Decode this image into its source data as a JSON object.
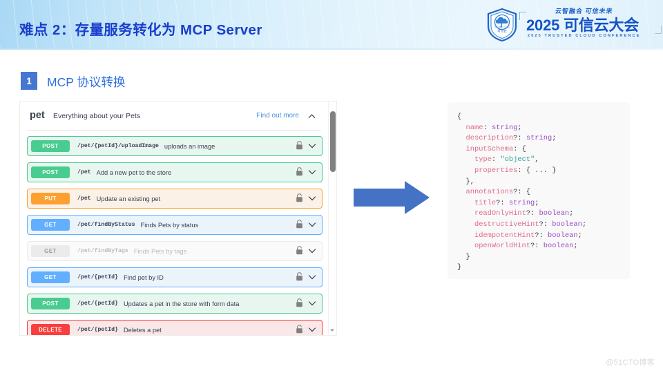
{
  "header": {
    "title": "难点 2：存量服务转化为 MCP Server",
    "logo": {
      "shield_label": "TRUSTED CLOUD 可信云",
      "slogan": "云智融合 可信未来",
      "main": "2025 可信云大会",
      "sub": "2025 TRUSTED CLOUD CONFERENCE"
    },
    "accent_color": "#1a3ecb"
  },
  "section": {
    "number": "1",
    "title": "MCP 协议转换",
    "badge_color": "#4577d2",
    "title_color": "#2f6fe0"
  },
  "swagger": {
    "tag_name": "pet",
    "tag_description": "Everything about your Pets",
    "find_out_more": "Find out more",
    "collapse_icon": "chevron-up-icon",
    "operations": [
      {
        "verb": "POST",
        "style": "post",
        "path": "/pet/{petId}/uploadImage",
        "summary": "uploads an image",
        "deprecated": false
      },
      {
        "verb": "POST",
        "style": "post",
        "path": "/pet",
        "summary": "Add a new pet to the store",
        "deprecated": false
      },
      {
        "verb": "PUT",
        "style": "put",
        "path": "/pet",
        "summary": "Update an existing pet",
        "deprecated": false
      },
      {
        "verb": "GET",
        "style": "get",
        "path": "/pet/findByStatus",
        "summary": "Finds Pets by status",
        "deprecated": false
      },
      {
        "verb": "GET",
        "style": "muted",
        "path": "/pet/findByTags",
        "summary": "Finds Pets by tags",
        "deprecated": true
      },
      {
        "verb": "GET",
        "style": "get",
        "path": "/pet/{petId}",
        "summary": "Find pet by ID",
        "deprecated": false
      },
      {
        "verb": "POST",
        "style": "post",
        "path": "/pet/{petId}",
        "summary": "Updates a pet in the store with form data",
        "deprecated": false
      },
      {
        "verb": "DELETE",
        "style": "delete",
        "path": "/pet/{petId}",
        "summary": "Deletes a pet",
        "deprecated": false
      }
    ],
    "verb_colors": {
      "post": "#49cc90",
      "put": "#fca130",
      "get": "#61affe",
      "delete": "#f93e3e",
      "muted": "#ebebeb"
    }
  },
  "arrow": {
    "direction": "right",
    "color": "#4472c4"
  },
  "code": {
    "language": "typescript",
    "lines": [
      "{",
      "  name: string;",
      "  description?: string;",
      "  inputSchema: {",
      "    type: \"object\",",
      "    properties: { ... }",
      "  },",
      "  annotations?: {",
      "    title?: string;",
      "    readOnlyHint?: boolean;",
      "    destructiveHint?: boolean;",
      "    idempotentHint?: boolean;",
      "    openWorldHint?: boolean;",
      "  }",
      "}"
    ],
    "colors": {
      "property": "#e06c87",
      "type": "#9a4ec2",
      "string": "#2aa198",
      "punctuation": "#3c3c46",
      "background": "#f9f9fa"
    }
  },
  "watermark": "@51CTO博客"
}
